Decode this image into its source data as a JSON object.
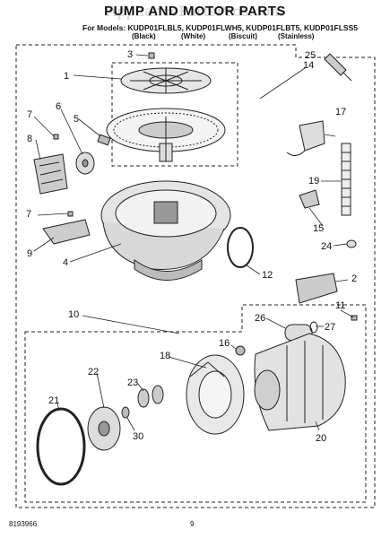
{
  "title": "PUMP AND MOTOR PARTS",
  "watermark": "AppliancePartsPros.com",
  "models_line": "For Models: KUDP01FLBL5, KUDP01FLWH5, KUDP01FLBT5, KUDP01FLSS5",
  "variants": [
    "(Black)",
    "(White)",
    "(Biscuit)",
    "(Stainless)"
  ],
  "footer": {
    "doc_number": "8193966",
    "page": "9"
  },
  "callouts": [
    "1",
    "2",
    "3",
    "4",
    "5",
    "6",
    "7",
    "7",
    "8",
    "9",
    "10",
    "11",
    "12",
    "14",
    "15",
    "16",
    "17",
    "18",
    "19",
    "20",
    "21",
    "22",
    "23",
    "24",
    "25",
    "26",
    "27",
    "30"
  ]
}
